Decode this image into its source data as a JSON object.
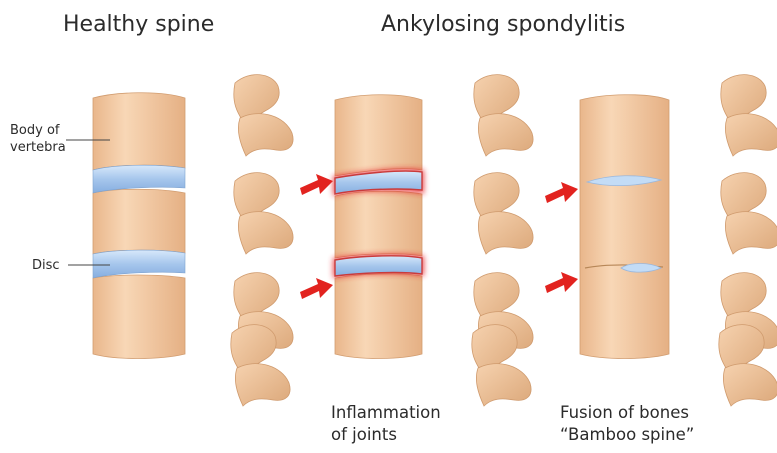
{
  "headings": {
    "healthy": "Healthy spine",
    "disease": "Ankylosing spondylitis"
  },
  "labels": {
    "body_line1": "Body of",
    "body_line2": "vertebra",
    "disc": "Disc"
  },
  "captions": {
    "inflammation_line1": "Inflammation",
    "inflammation_line2": "of joints",
    "fusion_line1": "Fusion of bones",
    "fusion_line2": "“Bamboo spine”"
  },
  "colors": {
    "bone": "#f4cba4",
    "bone_dark": "#d7a377",
    "disc": "#a9c9ee",
    "inflammation": "#e8262b",
    "arrow": "#e2231f"
  }
}
